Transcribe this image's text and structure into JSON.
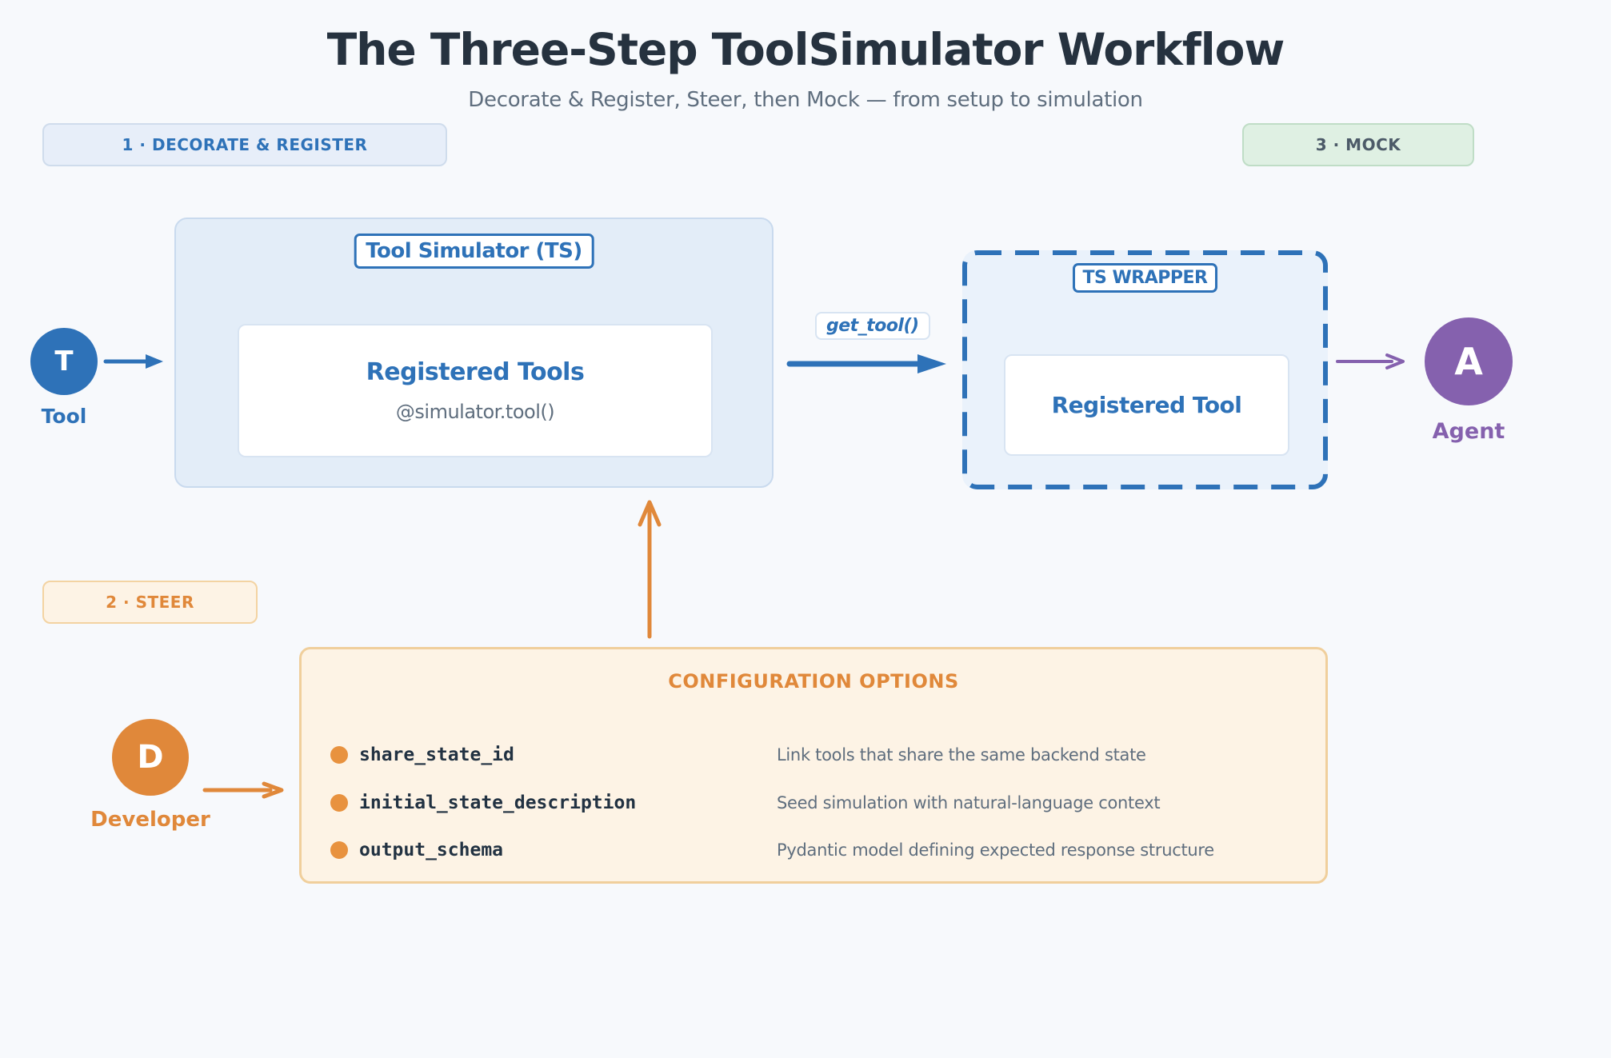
{
  "page": {
    "title": "The Three-Step ToolSimulator Workflow",
    "subtitle": "Decorate & Register, Steer, then Mock — from setup to simulation"
  },
  "badges": {
    "step1": "1 · DECORATE & REGISTER",
    "step2": "2 · STEER",
    "step3": "3 · MOCK"
  },
  "nodes": {
    "tool": {
      "letter": "T",
      "label": "Tool"
    },
    "agent": {
      "letter": "A",
      "label": "Agent"
    },
    "developer": {
      "letter": "D",
      "label": "Developer"
    }
  },
  "simulator": {
    "title": "Tool Simulator (TS)",
    "inner_title": "Registered Tools",
    "inner_subtitle": "@simulator.tool()"
  },
  "wrapper": {
    "title": "TS WRAPPER",
    "inner_title": "Registered Tool"
  },
  "arrows": {
    "get_tool_label": "get_tool()"
  },
  "config": {
    "title": "CONFIGURATION OPTIONS",
    "options": [
      {
        "name": "share_state_id",
        "desc": "Link tools that share the same backend state"
      },
      {
        "name": "initial_state_description",
        "desc": "Seed simulation with natural-language context"
      },
      {
        "name": "output_schema",
        "desc": "Pydantic model defining expected response structure"
      }
    ]
  },
  "colors": {
    "canvas_bg": "#f7f9fc",
    "title_color": "#26323f",
    "muted_color": "#5f6e7e",
    "navy_text": "#223242",
    "accent_blue": "#2e72b8",
    "accent_orange": "#e0883a",
    "accent_purple": "#8561ae",
    "blue_panel_bg": "#e3edf8",
    "blue_panel_border": "#c9daee",
    "wrapper_bg": "#eaf2fb",
    "card_border": "#d8e4f2",
    "badge1_bg": "#e7eef9",
    "badge1_border": "#cfdcec",
    "mock_bg": "#dff0e3",
    "mock_border": "#bfddc6",
    "mock_text": "#4c5a68",
    "steer_bg": "#fdf3e5",
    "steer_border": "#f3d3a2",
    "config_bg": "#fdf3e5",
    "config_border": "#f0cf9c"
  }
}
